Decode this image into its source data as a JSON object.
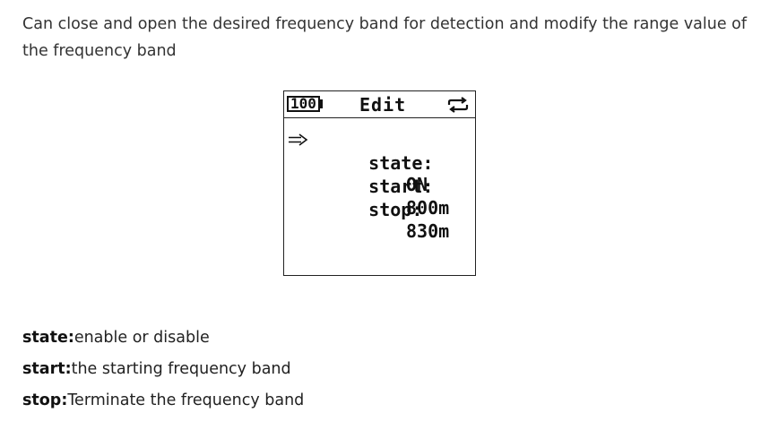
{
  "intro": {
    "text": "Can close and open the desired frequency band for detection and modify the range value of the frequency band"
  },
  "device_screen": {
    "battery_level": "100",
    "title": "Edit",
    "status_icon": "loop-icon",
    "selector_icon": "arrow-right-icon",
    "rows": [
      {
        "label": "state:",
        "value": "ON"
      },
      {
        "label": "start:",
        "value": "800m"
      },
      {
        "label": "stop:",
        "value": "830m"
      }
    ]
  },
  "notes": [
    {
      "key": "state:",
      "desc": "enable or disable"
    },
    {
      "key": "start:",
      "desc": "the starting frequency band"
    },
    {
      "key": "stop:",
      "desc": "Terminate the frequency band"
    }
  ]
}
